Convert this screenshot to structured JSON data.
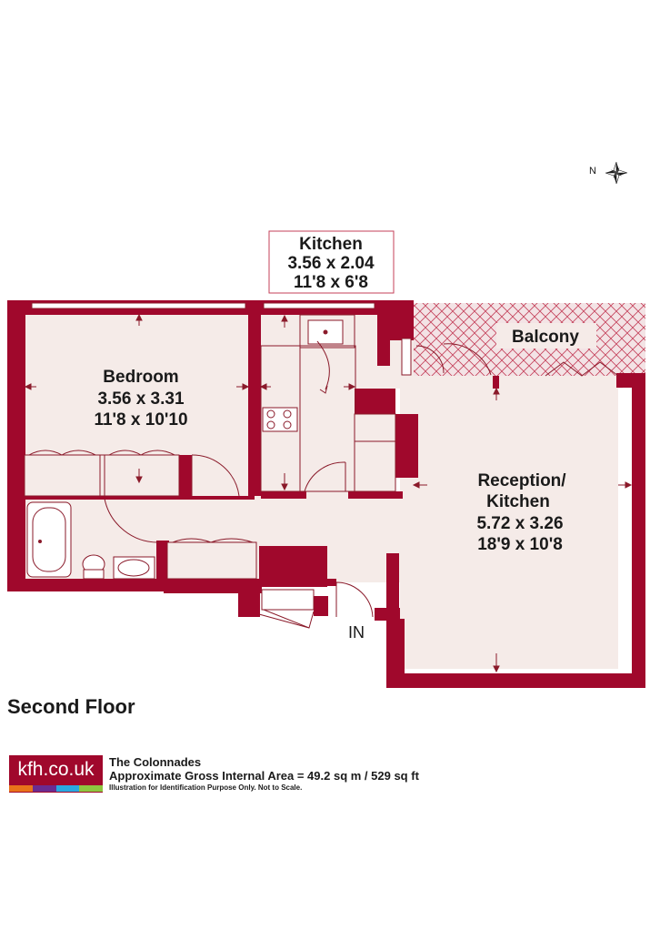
{
  "rooms": {
    "kitchen": {
      "name": "Kitchen",
      "metric": "3.56 x 2.04",
      "imperial": "11'8 x 6'8"
    },
    "bedroom": {
      "name": "Bedroom",
      "metric": "3.56 x 3.31",
      "imperial": "11'8 x 10'10"
    },
    "reception": {
      "name_line1": "Reception/",
      "name_line2": "Kitchen",
      "metric": "5.72 x 3.26",
      "imperial": "18'9 x 10'8"
    },
    "balcony": {
      "name": "Balcony"
    }
  },
  "entrance_label": "IN",
  "compass_label": "N",
  "floor_title": "Second Floor",
  "footer": {
    "logo_text": "kfh.co.uk",
    "logo_bar_colors": [
      "#e8731a",
      "#6a2c91",
      "#29a8e0",
      "#8dc63f"
    ],
    "property_name": "The Colonnades",
    "area_text": "Approximate Gross Internal Area = 49.2 sq m / 529 sq ft",
    "disclaimer": "Illustration for Identification Purpose Only. Not to Scale."
  },
  "colors": {
    "wall": "#a0082c",
    "floor": "#f5ebe8",
    "fixture": "#ffffff",
    "line": "#8a1a2a"
  }
}
